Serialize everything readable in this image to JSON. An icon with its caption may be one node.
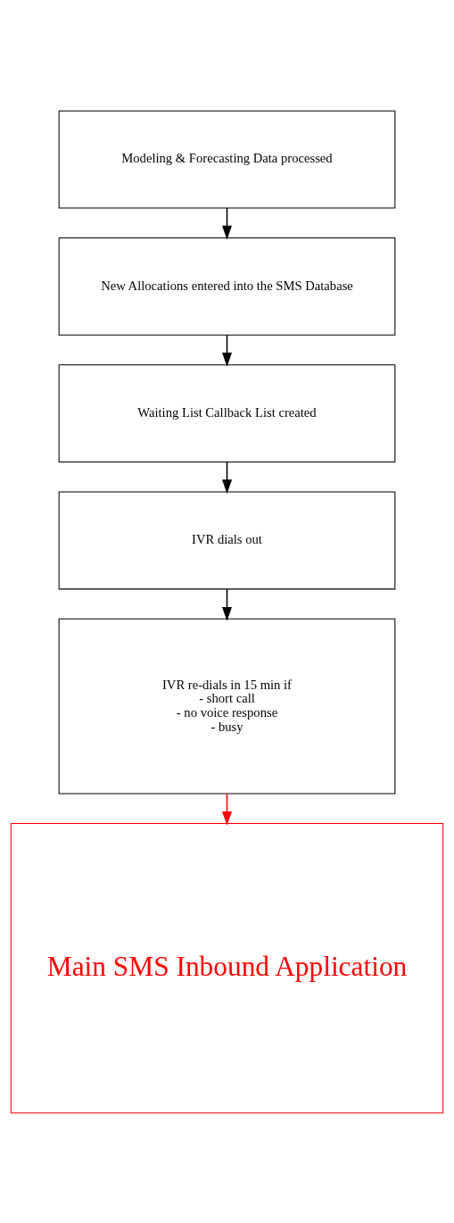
{
  "diagram": {
    "nodes": [
      {
        "text": [
          "Modeling & Forecasting Data processed"
        ]
      },
      {
        "text": [
          "New Allocations entered into the SMS Database"
        ]
      },
      {
        "text": [
          "Waiting List Callback List created"
        ]
      },
      {
        "text": [
          "IVR dials out"
        ]
      },
      {
        "text": [
          "IVR re-dials in 15 min if",
          "- short call",
          "- no voice response",
          "- busy"
        ]
      },
      {
        "text": [
          "Main SMS Inbound Application"
        ]
      }
    ],
    "edges": [
      {
        "from": 0,
        "to": 1,
        "arrow": "to"
      },
      {
        "from": 1,
        "to": 2,
        "arrow": "to"
      },
      {
        "from": 2,
        "to": 3,
        "arrow": "to"
      },
      {
        "from": 3,
        "to": 4,
        "arrow": "to"
      },
      {
        "from": 4,
        "to": 5,
        "arrow": "to",
        "color": "#ff0000"
      }
    ]
  }
}
